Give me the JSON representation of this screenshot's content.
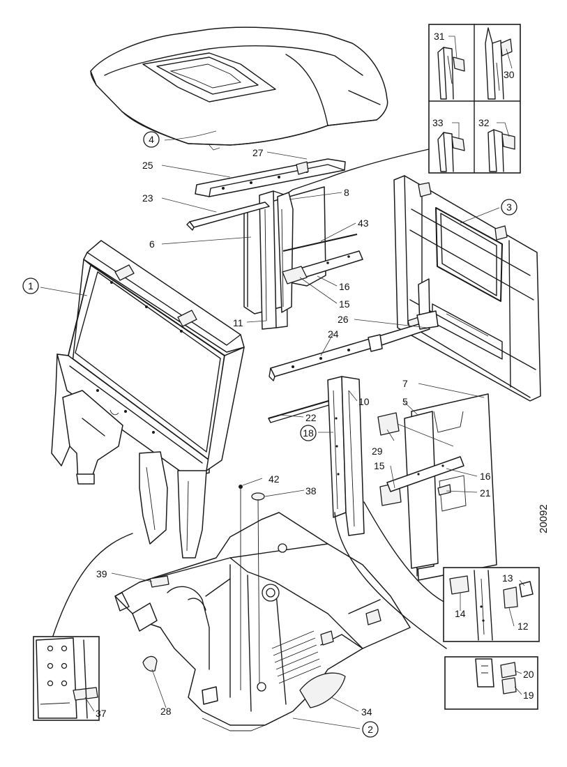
{
  "diagram": {
    "code": "20092",
    "callouts": [
      {
        "id": "c4",
        "label": "4",
        "circled": true
      },
      {
        "id": "c27",
        "label": "27",
        "circled": false
      },
      {
        "id": "c25",
        "label": "25",
        "circled": false
      },
      {
        "id": "c23",
        "label": "23",
        "circled": false
      },
      {
        "id": "c8",
        "label": "8",
        "circled": false
      },
      {
        "id": "c43",
        "label": "43",
        "circled": false
      },
      {
        "id": "c6",
        "label": "6",
        "circled": false
      },
      {
        "id": "c16a",
        "label": "16",
        "circled": false
      },
      {
        "id": "c15a",
        "label": "15",
        "circled": false
      },
      {
        "id": "c11",
        "label": "11",
        "circled": false
      },
      {
        "id": "c1",
        "label": "1",
        "circled": true
      },
      {
        "id": "c3",
        "label": "3",
        "circled": true
      },
      {
        "id": "c26",
        "label": "26",
        "circled": false
      },
      {
        "id": "c24",
        "label": "24",
        "circled": false
      },
      {
        "id": "c7",
        "label": "7",
        "circled": false
      },
      {
        "id": "c10",
        "label": "10",
        "circled": false
      },
      {
        "id": "c5",
        "label": "5",
        "circled": false
      },
      {
        "id": "c22",
        "label": "22",
        "circled": false
      },
      {
        "id": "c18",
        "label": "18",
        "circled": true
      },
      {
        "id": "c29",
        "label": "29",
        "circled": false
      },
      {
        "id": "c15b",
        "label": "15",
        "circled": false
      },
      {
        "id": "c16b",
        "label": "16",
        "circled": false
      },
      {
        "id": "c21",
        "label": "21",
        "circled": false
      },
      {
        "id": "c42",
        "label": "42",
        "circled": false
      },
      {
        "id": "c38",
        "label": "38",
        "circled": false
      },
      {
        "id": "c39",
        "label": "39",
        "circled": false
      },
      {
        "id": "c28",
        "label": "28",
        "circled": false
      },
      {
        "id": "c34",
        "label": "34",
        "circled": false
      },
      {
        "id": "c2",
        "label": "2",
        "circled": true
      },
      {
        "id": "c37",
        "label": "37",
        "circled": false
      },
      {
        "id": "c31",
        "label": "31",
        "circled": false
      },
      {
        "id": "c30",
        "label": "30",
        "circled": false
      },
      {
        "id": "c33",
        "label": "33",
        "circled": false
      },
      {
        "id": "c32",
        "label": "32",
        "circled": false
      },
      {
        "id": "c14",
        "label": "14",
        "circled": false
      },
      {
        "id": "c13",
        "label": "13",
        "circled": false
      },
      {
        "id": "c12",
        "label": "12",
        "circled": false
      },
      {
        "id": "c20",
        "label": "20",
        "circled": false
      },
      {
        "id": "c19",
        "label": "19",
        "circled": false
      }
    ]
  }
}
